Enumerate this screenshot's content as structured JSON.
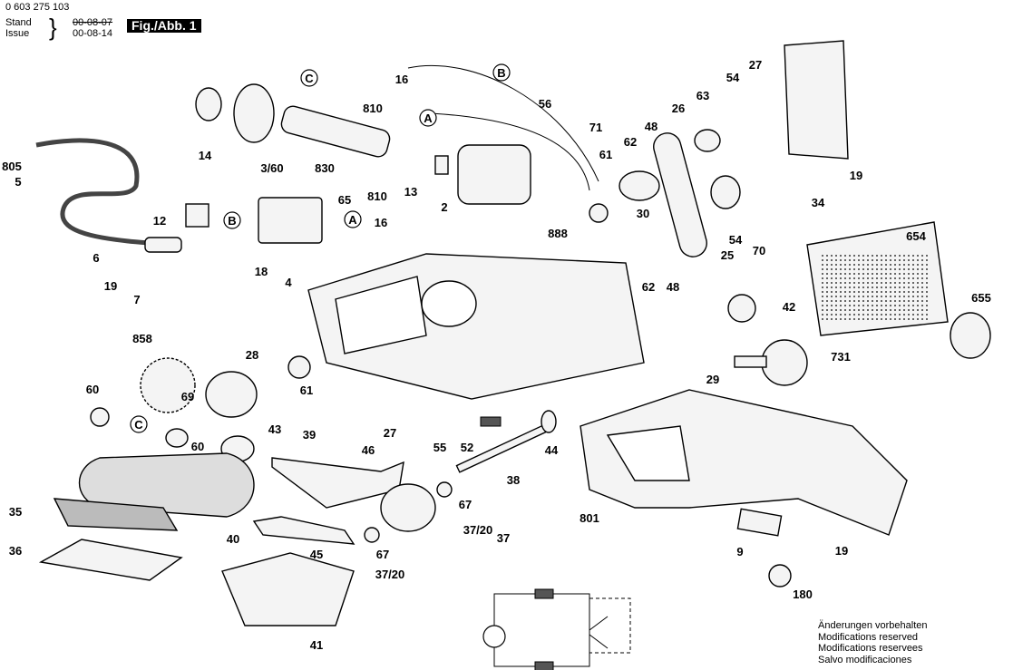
{
  "header": {
    "doc_number": "0 603 275 103",
    "stand_label": "Stand",
    "issue_label": "Issue",
    "old_date": "00-08-07",
    "issue_date": "00-08-14",
    "figure": "Fig./Abb. 1"
  },
  "notes": [
    "Änderungen vorbehalten",
    "Modifications reserved",
    "Modifications reservees",
    "Salvo modificaciones"
  ],
  "callouts": [
    "16",
    "56",
    "810",
    "830",
    "3/60",
    "14",
    "71",
    "48",
    "26",
    "63",
    "54",
    "27",
    "62",
    "61",
    "13",
    "810",
    "2",
    "30",
    "65",
    "12",
    "16",
    "888",
    "805",
    "5",
    "6",
    "18",
    "4",
    "19",
    "7",
    "19",
    "34",
    "54",
    "70",
    "25",
    "654",
    "655",
    "62",
    "48",
    "42",
    "731",
    "29",
    "858",
    "28",
    "61",
    "60",
    "69",
    "60",
    "27",
    "55",
    "52",
    "44",
    "43",
    "39",
    "46",
    "38",
    "801",
    "35",
    "36",
    "40",
    "45",
    "67",
    "37/20",
    "37",
    "67",
    "37/20",
    "9",
    "19",
    "180",
    "41"
  ],
  "reference_markers": [
    "B",
    "A",
    "C",
    "A",
    "B",
    "C"
  ]
}
